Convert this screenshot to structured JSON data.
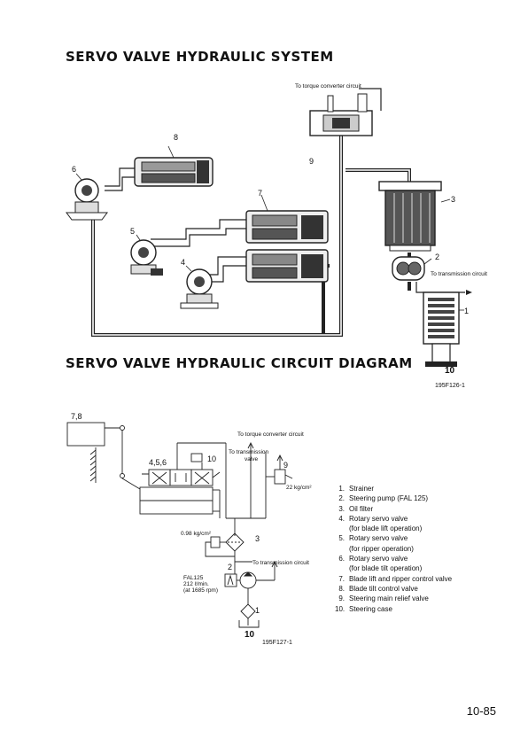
{
  "titles": {
    "system": "SERVO VALVE HYDRAULIC SYSTEM",
    "circuit": "SERVO VALVE HYDRAULIC CIRCUIT DIAGRAM"
  },
  "figure_codes": {
    "top": "195F126-1",
    "bottom": "195F127-1"
  },
  "page_number": "10-85",
  "top_diagram": {
    "torque_label": "To torque converter circuit",
    "transmission_label": "To transmission circuit",
    "callouts": [
      "1",
      "2",
      "3",
      "4",
      "5",
      "6",
      "7",
      "8",
      "9",
      "10"
    ]
  },
  "circuit_diagram": {
    "callout_7_8": "7,8",
    "callout_4_5_6": "4,5,6",
    "callout_10a": "10",
    "callout_9": "9",
    "callout_3": "3",
    "callout_2": "2",
    "callout_1": "1",
    "callout_10b": "10",
    "torque_label": "To torque converter circuit",
    "to_trans_line1": "To transmission",
    "to_trans_line2": "valve",
    "pressure_relief": "22 kg/cm²",
    "pressure_filter": "0.98 kg/cm²",
    "to_trans_circuit": "To transmission circuit",
    "pump_model": "FAL125",
    "pump_flow": "212 ℓ/min.",
    "pump_rpm": "(at 1685 rpm)"
  },
  "legend": [
    {
      "num": "1.",
      "text": "Strainer"
    },
    {
      "num": "2.",
      "text": "Steering pump (FAL 125)"
    },
    {
      "num": "3.",
      "text": "Oil filter"
    },
    {
      "num": "4.",
      "text": "Rotary servo valve",
      "sub": "(for blade lift operation)"
    },
    {
      "num": "5.",
      "text": "Rotary servo valve",
      "sub": "(for ripper operation)"
    },
    {
      "num": "6.",
      "text": "Rotary servo valve",
      "sub": "(for blade tilt operation)"
    },
    {
      "num": "7.",
      "text": "Blade lift and ripper control valve"
    },
    {
      "num": "8.",
      "text": "Blade tilt control valve"
    },
    {
      "num": "9.",
      "text": "Steering main relief valve"
    },
    {
      "num": "10.",
      "text": "Steering case"
    }
  ]
}
